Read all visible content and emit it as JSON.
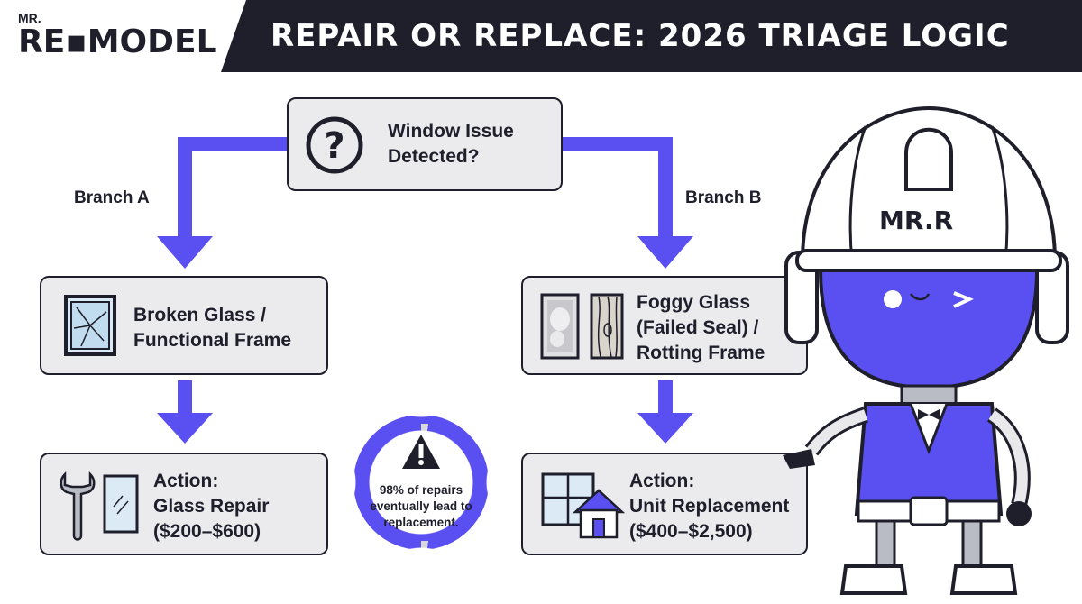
{
  "brand": {
    "logo_top": "MR.",
    "logo_main": "RE▪MODEL"
  },
  "header": {
    "title": "REPAIR OR REPLACE: 2026 TRIAGE LOGIC"
  },
  "colors": {
    "accent": "#5a4ff0",
    "dark": "#1e1f2b",
    "box_fill": "#ebebee"
  },
  "diagram": {
    "root": {
      "icon": "question-icon",
      "line1": "Window Issue",
      "line2": "Detected?"
    },
    "branch_a": {
      "label": "Branch A",
      "condition": {
        "icon": "broken-window-icon",
        "line1": "Broken Glass /",
        "line2": "Functional Frame"
      },
      "action": {
        "icon": "wrench-window-icon",
        "line1": "Action:",
        "line2": "Glass Repair",
        "line3": "($200–$600)"
      }
    },
    "branch_b": {
      "label": "Branch B",
      "condition": {
        "icon": "foggy-glass-rotting-frame-icon",
        "line1": "Foggy Glass",
        "line2": "(Failed Seal) /",
        "line3": "Rotting Frame"
      },
      "action": {
        "icon": "window-house-icon",
        "line1": "Action:",
        "line2": "Unit Replacement",
        "line3": "($400–$2,500)"
      }
    },
    "warning": {
      "icon": "warning-icon",
      "line1": "98% of repairs",
      "line2": "eventually lead to",
      "line3": "replacement.",
      "ring_progress": 0.98
    }
  },
  "mascot": {
    "icon": "robot-mascot-icon",
    "helmet_text": "MR.R"
  }
}
